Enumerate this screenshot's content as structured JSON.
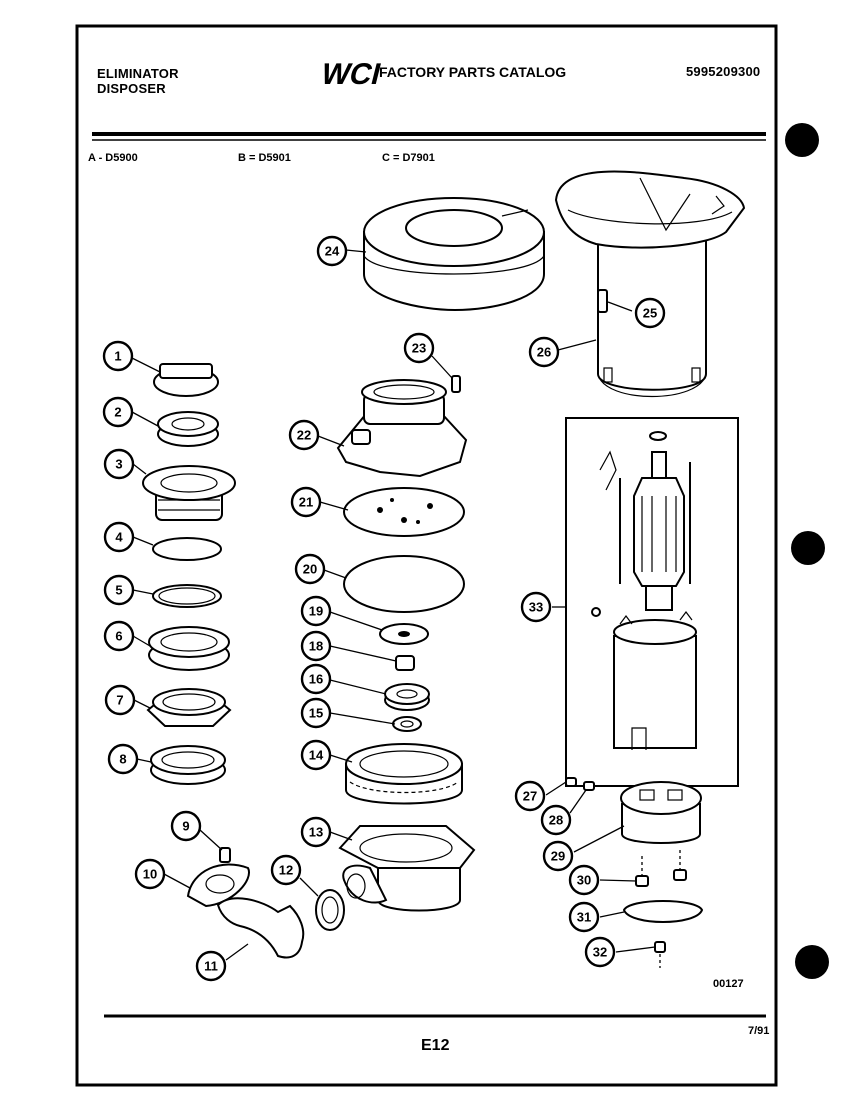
{
  "header": {
    "product_line1": "ELIMINATOR",
    "product_line2": "DISPOSER",
    "brand_logo": "WCI",
    "catalog_title": "FACTORY PARTS CATALOG",
    "catalog_number": "5995209300"
  },
  "models": [
    {
      "label": "A - D5900"
    },
    {
      "label": "B = D5901"
    },
    {
      "label": "C = D7901"
    }
  ],
  "callouts": [
    "1",
    "2",
    "3",
    "4",
    "5",
    "6",
    "7",
    "8",
    "9",
    "10",
    "11",
    "12",
    "13",
    "14",
    "15",
    "16",
    "18",
    "19",
    "20",
    "21",
    "22",
    "23",
    "24",
    "25",
    "26",
    "27",
    "28",
    "29",
    "30",
    "31",
    "32",
    "33"
  ],
  "figure_code": "00127",
  "page_number": "E12",
  "date": "7/91",
  "colors": {
    "ink": "#000000",
    "paper": "#ffffff"
  }
}
